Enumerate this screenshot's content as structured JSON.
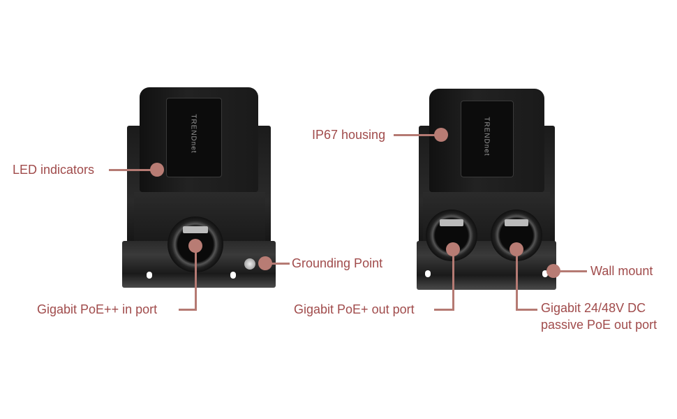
{
  "product": {
    "brand_logo": "TRENDnet",
    "devices": [
      "left-injector",
      "right-splitter"
    ]
  },
  "callouts": {
    "led_indicators": "LED indicators",
    "ip67_housing": "IP67 housing",
    "grounding_point": "Grounding Point",
    "poe_in_port": "Gigabit PoE++ in port",
    "poe_out_port": "Gigabit PoE+ out port",
    "passive_line1": "Gigabit 24/48V DC",
    "passive_line2": "passive PoE out port",
    "wall_mount": "Wall mount"
  },
  "colors": {
    "label_text": "#a04b4b",
    "callout_line": "#b57a73",
    "device": "#1a1a1a"
  }
}
